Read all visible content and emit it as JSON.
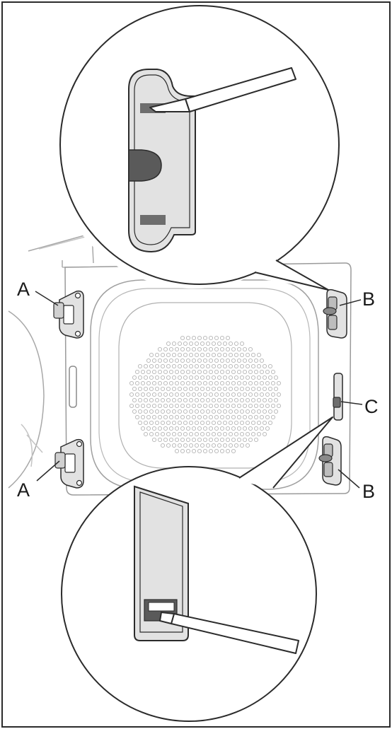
{
  "figure": {
    "description_labels": {
      "hinge_top_left": "A",
      "hinge_bottom_left": "A",
      "hinge_top_right": "B",
      "hinge_bottom_right": "B",
      "latch_right": "C"
    }
  },
  "colors": {
    "line": "#2b2b2b",
    "light_line": "#9a9a9a",
    "part_fill": "#e2e2e2",
    "slot_fill": "#6e6e6e",
    "screwdriver_fill": "#ffffff"
  }
}
